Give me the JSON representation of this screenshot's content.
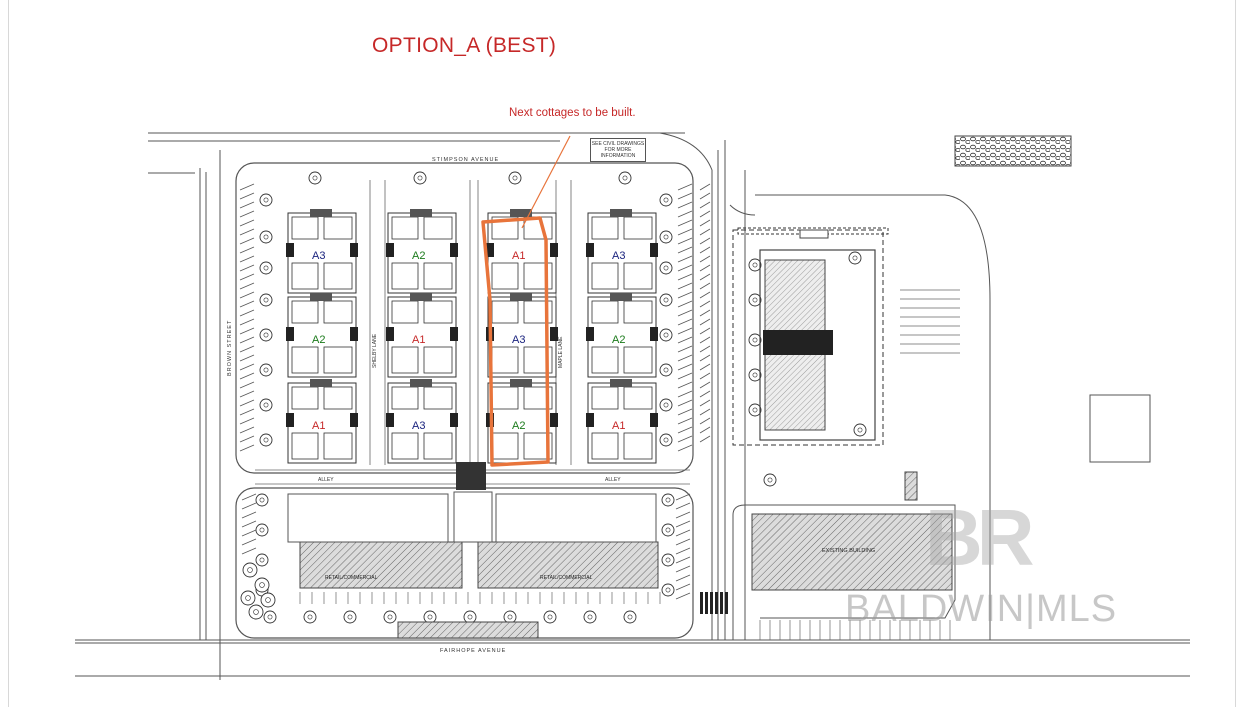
{
  "title": "OPTION_A (BEST)",
  "note": "Next cottages to be built.",
  "civil_note": "SEE CIVIL DRAWINGS FOR MORE INFORMATION",
  "streets": {
    "top": "STIMPSON AVENUE",
    "bottom": "FAIRHOPE AVENUE",
    "left": "BROWN STREET",
    "lane1": "SHELBY LANE",
    "lane2": "MAPLE LANE"
  },
  "alley": "ALLEY",
  "existing_building": "EXISTING BUILDING",
  "retail": [
    "RETAIL/COMMERCIAL",
    "RETAIL/COMMERCIAL"
  ],
  "columns": [
    {
      "units": [
        {
          "label": "A3",
          "color": "#1a237e"
        },
        {
          "label": "A2",
          "color": "#1b7a1b"
        },
        {
          "label": "A1",
          "color": "#c62828"
        }
      ]
    },
    {
      "units": [
        {
          "label": "A2",
          "color": "#1b7a1b"
        },
        {
          "label": "A1",
          "color": "#c62828"
        },
        {
          "label": "A3",
          "color": "#1a237e"
        }
      ]
    },
    {
      "units": [
        {
          "label": "A1",
          "color": "#c62828"
        },
        {
          "label": "A3",
          "color": "#1a237e"
        },
        {
          "label": "A2",
          "color": "#1b7a1b"
        }
      ]
    },
    {
      "units": [
        {
          "label": "A3",
          "color": "#1a237e"
        },
        {
          "label": "A2",
          "color": "#1b7a1b"
        },
        {
          "label": "A1",
          "color": "#c62828"
        }
      ]
    }
  ],
  "watermark": {
    "logo": "BR",
    "text": "BALDWIN|MLS"
  },
  "highlight_color": "#e8743b"
}
